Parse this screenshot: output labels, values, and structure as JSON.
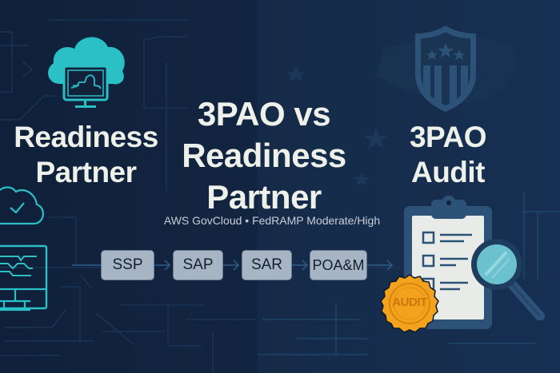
{
  "left": {
    "title_line1": "Readiness",
    "title_line2": "Partner",
    "icon": "cloud-monitor-icon",
    "secondary_icon": "cloud-check-monitor-icon"
  },
  "center": {
    "title_line1": "3PAO vs",
    "title_line2": "Readiness",
    "title_line3": "Partner",
    "subtitle": "AWS GovCloud • FedRAMP Moderate/High"
  },
  "right": {
    "title_line1": "3PAO",
    "title_line2": "Audit",
    "icon": "shield-stars-icon",
    "clipboard_icon": "checklist-clipboard-icon",
    "magnifier_icon": "magnifying-glass-icon",
    "seal_label": "AUDIT"
  },
  "flow": {
    "steps": [
      "SSP",
      "SAP",
      "SAR",
      "POA&M"
    ]
  },
  "colors": {
    "background": "#12223a",
    "teal": "#2bbfc6",
    "step_fill": "#a7b4c4",
    "shield": "#2d5277",
    "seal": "#f2a21c",
    "text": "#eef0ea"
  }
}
